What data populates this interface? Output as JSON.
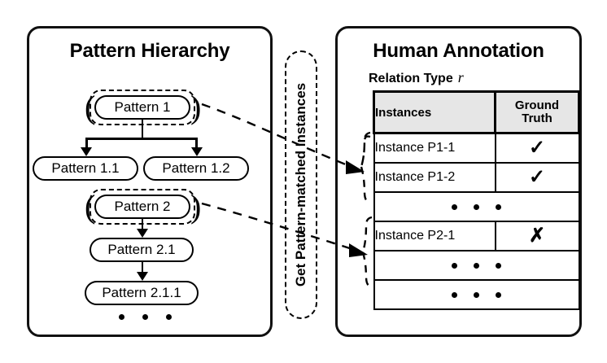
{
  "figure": {
    "left_panel": {
      "title": "Pattern Hierarchy",
      "nodes": [
        {
          "label": "Pattern 1",
          "highlighted": true
        },
        {
          "label": "Pattern 1.1",
          "highlighted": false
        },
        {
          "label": "Pattern 1.2",
          "highlighted": false
        },
        {
          "label": "Pattern 2",
          "highlighted": true
        },
        {
          "label": "Pattern 2.1",
          "highlighted": false
        },
        {
          "label": "Pattern 2.1.1",
          "highlighted": false
        }
      ],
      "ellipsis": "• • •"
    },
    "middle": {
      "label": "Get Pattern-matched Instances"
    },
    "right_panel": {
      "title": "Human Annotation",
      "subtitle": "Relation Type",
      "relation_symbol": "r",
      "table": {
        "headers": [
          "Instances",
          "Ground Truth"
        ],
        "header_instances": "Instances",
        "header_ground": "Ground",
        "header_truth": "Truth",
        "rows": [
          {
            "type": "data",
            "instance": "Instance P1-1",
            "ground_truth": "✓"
          },
          {
            "type": "data",
            "instance": "Instance P1-2",
            "ground_truth": "✓"
          },
          {
            "type": "ellipsis",
            "instance": "• • •",
            "ground_truth": ""
          },
          {
            "type": "data",
            "instance": "Instance P2-1",
            "ground_truth": "✗"
          },
          {
            "type": "ellipsis",
            "instance": "• • •",
            "ground_truth": ""
          },
          {
            "type": "ellipsis",
            "instance": "• • •",
            "ground_truth": ""
          }
        ]
      }
    },
    "colors": {
      "stroke": "#000000",
      "background": "#ffffff",
      "header_fill": "#e6e6e6"
    }
  }
}
